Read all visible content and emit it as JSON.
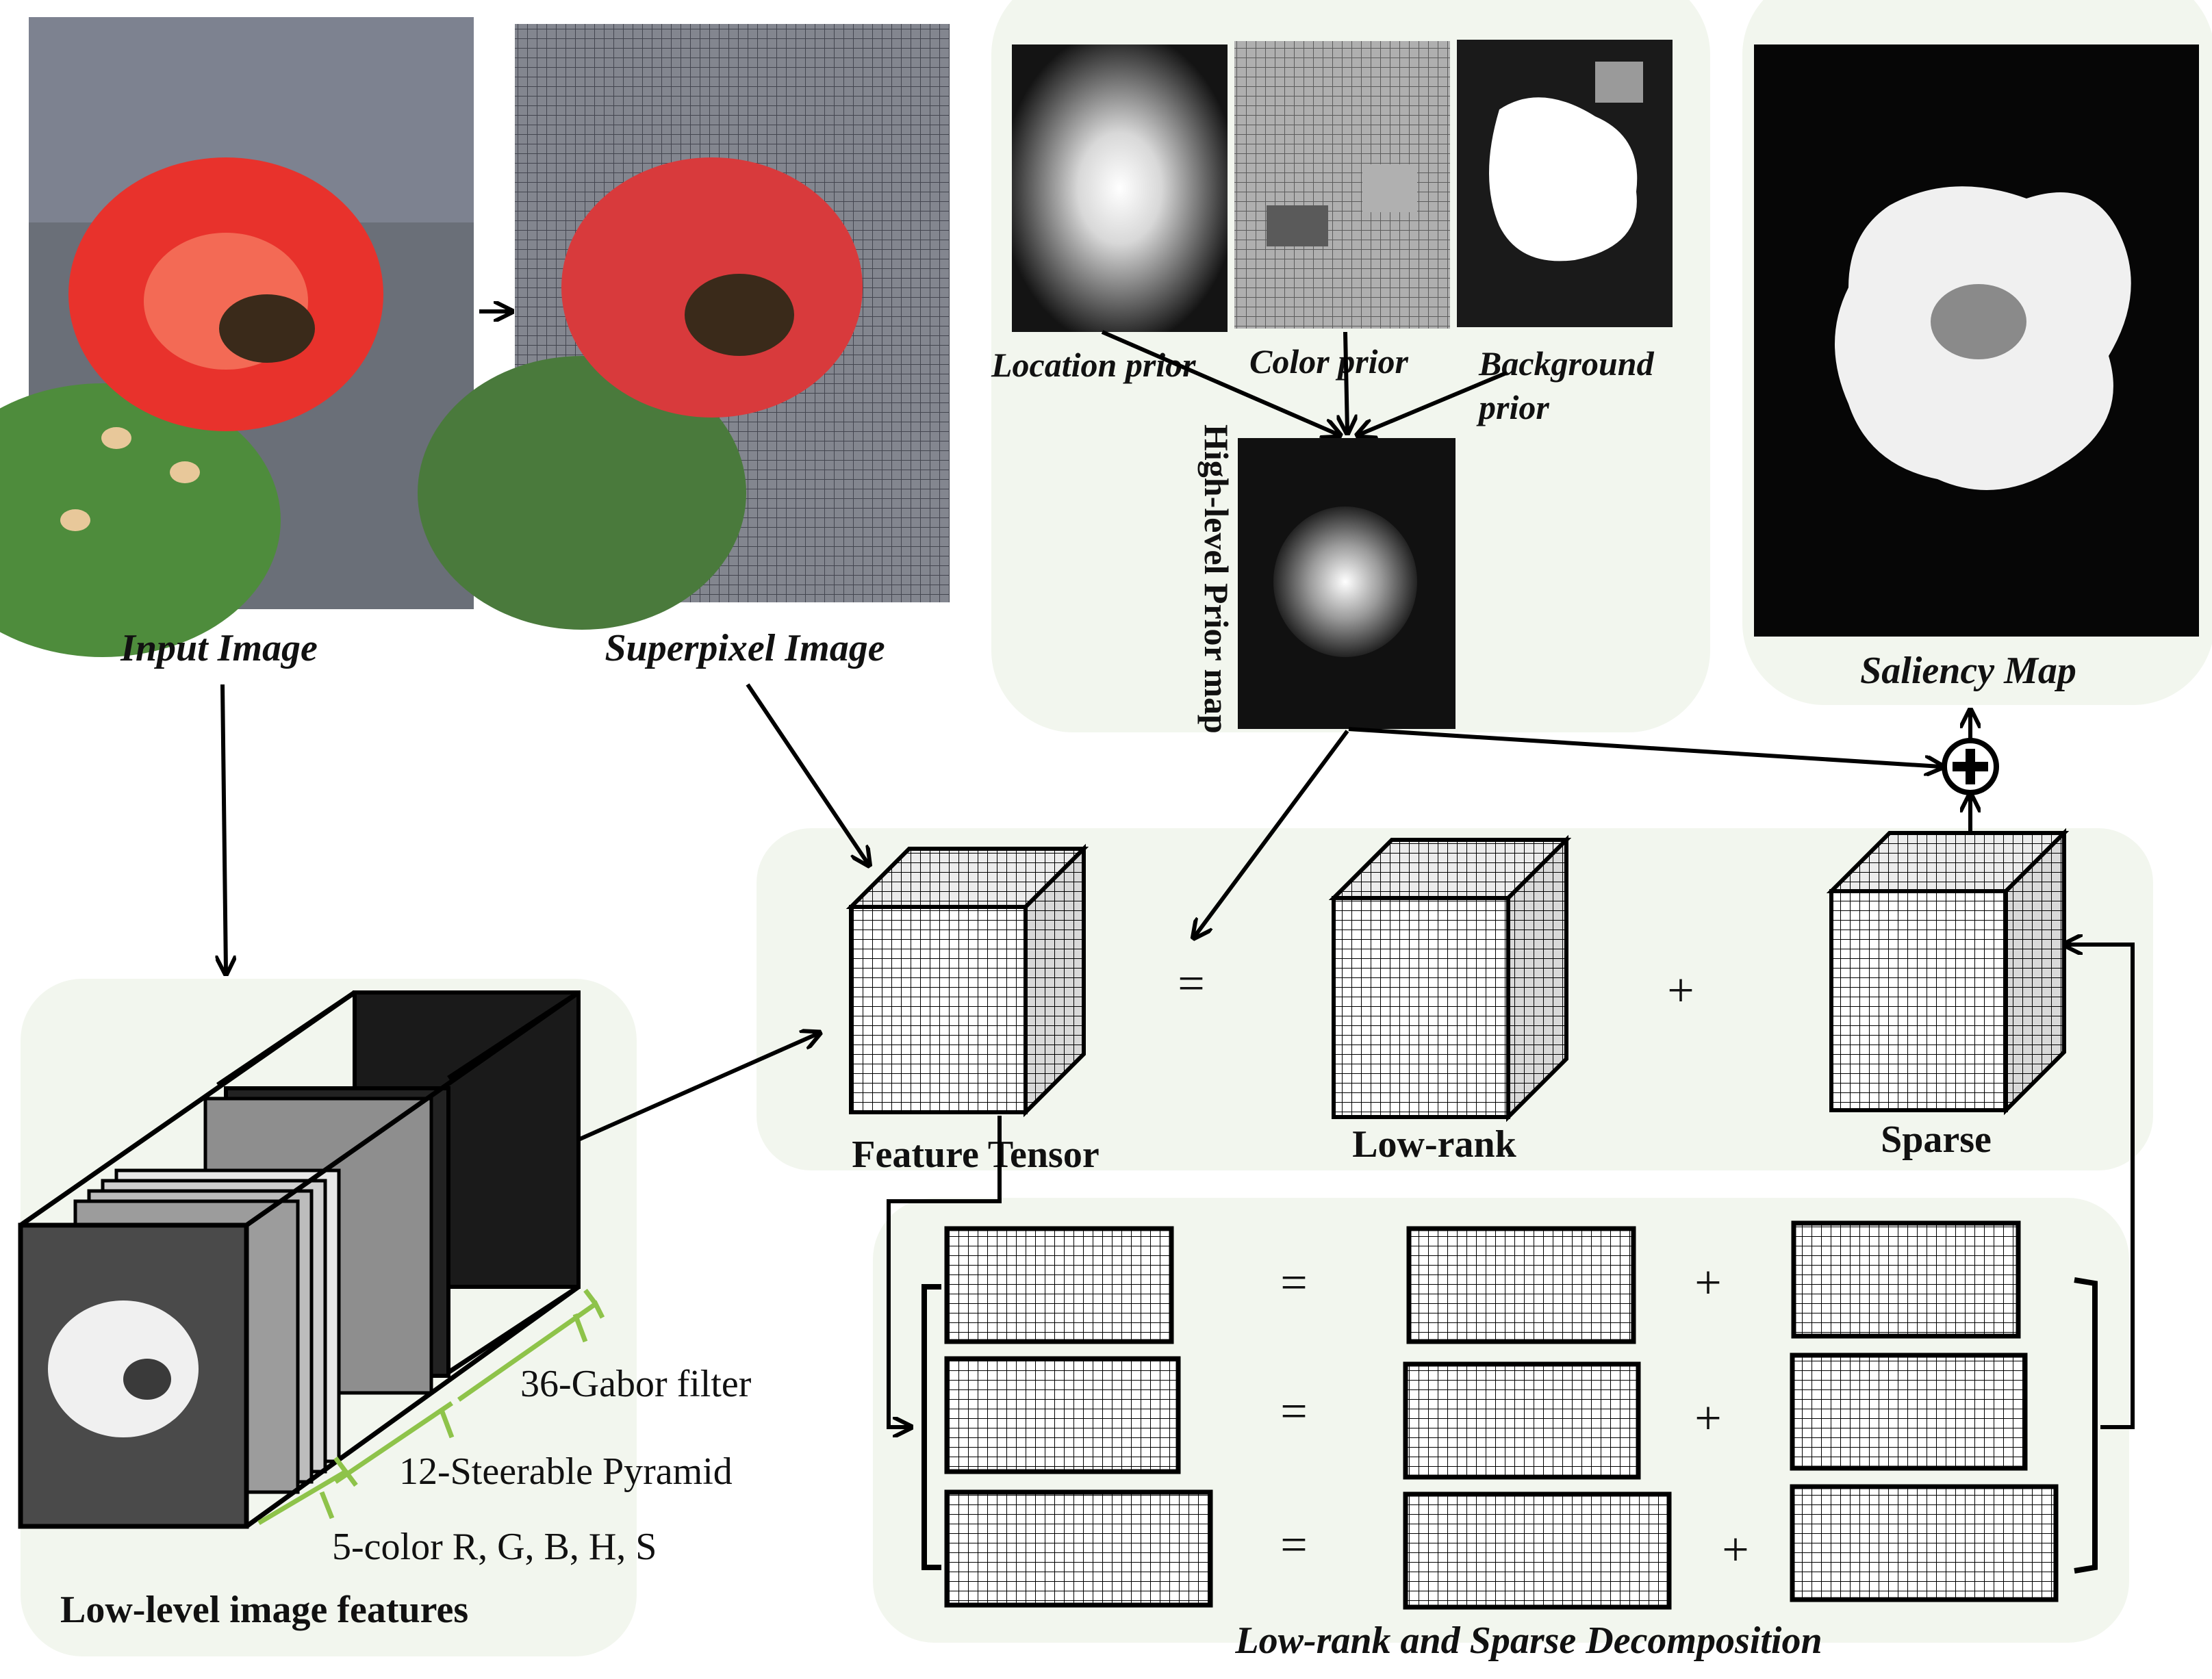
{
  "labels": {
    "input_image": "Input Image",
    "superpixel_image": "Superpixel Image",
    "location_prior": "Location prior",
    "color_prior": "Color prior",
    "background_prior_line1": "Background",
    "background_prior_line2": "prior",
    "high_level_prior_map": "High-level Prior map",
    "saliency_map": "Saliency Map",
    "feature_tensor": "Feature Tensor",
    "low_rank": "Low-rank",
    "sparse": "Sparse",
    "gabor": "36-Gabor filter",
    "steerable": "12-Steerable Pyramid",
    "color_channels": "5-color R, G, B, H, S",
    "low_level_features": "Low-level image features",
    "decomposition": "Low-rank and Sparse Decomposition"
  },
  "operators": {
    "equals": "=",
    "plus": "+"
  },
  "colors": {
    "panel_bg": "#f2f6ee",
    "stroke": "#000000",
    "bracket_green": "#8ec34a",
    "flower_red": "#e8322c",
    "stem_green": "#4e8c3c"
  }
}
